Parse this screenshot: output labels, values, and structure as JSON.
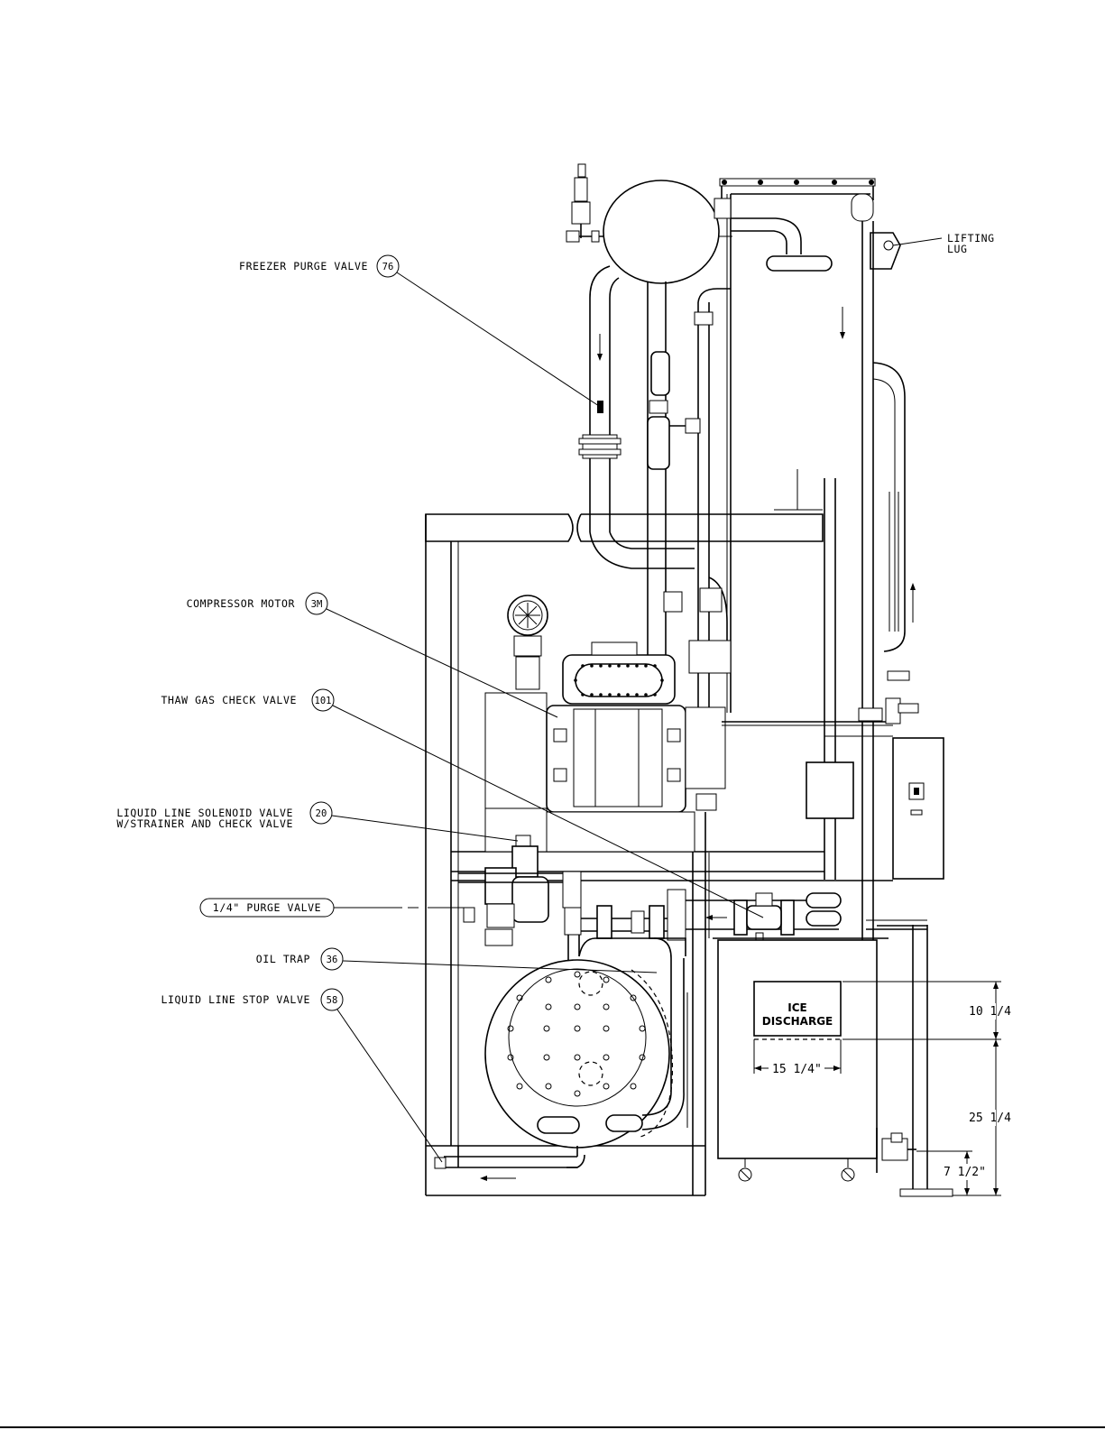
{
  "callouts": [
    {
      "id": "freezer-purge-valve",
      "label": "FREEZER PURGE VALVE",
      "number": "76"
    },
    {
      "id": "compressor-motor",
      "label": "COMPRESSOR MOTOR",
      "number": "3M"
    },
    {
      "id": "thaw-gas-check-valve",
      "label": "THAW GAS CHECK VALVE",
      "number": "101"
    },
    {
      "id": "liquid-line-solenoid-valve",
      "label_line1": "LIQUID LINE SOLENOID VALVE",
      "label_line2": "W/STRAINER AND CHECK VALVE",
      "number": "20"
    },
    {
      "id": "purge-valve-quarter",
      "label": "1/4\" PURGE VALVE"
    },
    {
      "id": "oil-trap",
      "label": "OIL TRAP",
      "number": "36"
    },
    {
      "id": "liquid-line-stop-valve",
      "label": "LIQUID LINE STOP VALVE",
      "number": "58"
    }
  ],
  "lifting_lug": {
    "line1": "LIFTING",
    "line2": "LUG"
  },
  "ice_discharge": {
    "line1": "ICE",
    "line2": "DISCHARGE"
  },
  "dimensions": {
    "opening_height": "10 1/4",
    "opening_width": "15 1/4\"",
    "discharge_height": "25 1/4",
    "base_height": "7 1/2\""
  }
}
